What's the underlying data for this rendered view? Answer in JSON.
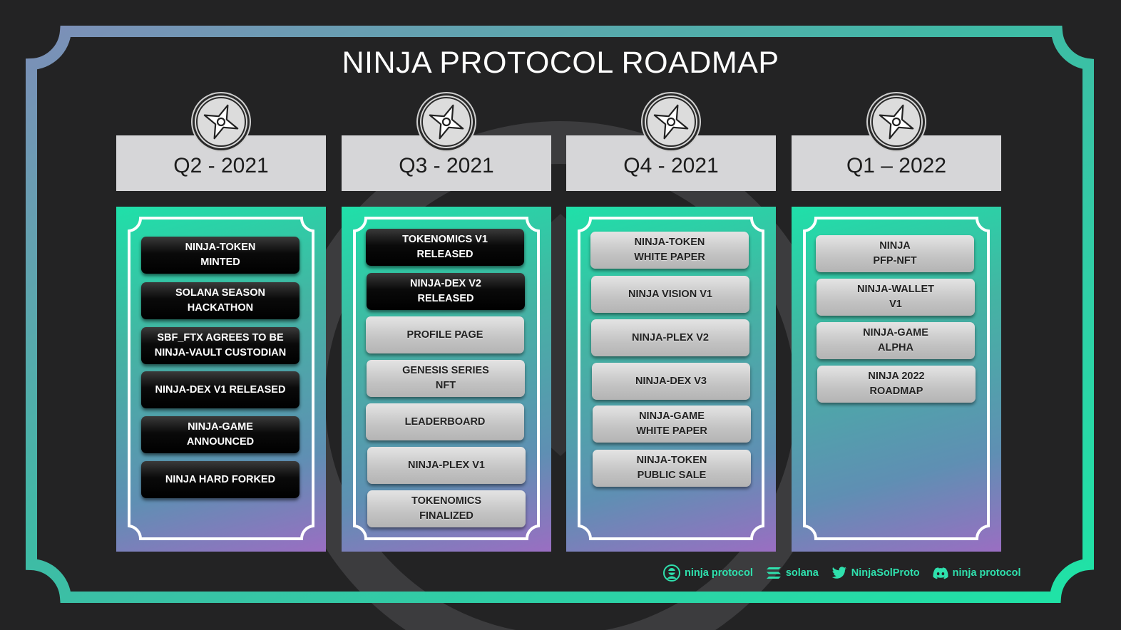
{
  "title": "NINJA PROTOCOL ROADMAP",
  "colors": {
    "background": "#232324",
    "accent_teal": "#1fe0a9",
    "accent_purple": "#9a6ec2",
    "header_gray": "#d6d6d8",
    "footer_text": "#2fe0ad"
  },
  "columns": [
    {
      "quarter": "Q2 - 2021",
      "icon": "shuriken-icon",
      "items": [
        {
          "label": "NINJA-TOKEN\nMINTED",
          "style": "dark"
        },
        {
          "label": "SOLANA SEASON\nHACKATHON",
          "style": "dark"
        },
        {
          "label": "SBF_FTX AGREES TO BE\nNINJA-VAULT CUSTODIAN",
          "style": "dark"
        },
        {
          "label": "NINJA-DEX V1 RELEASED",
          "style": "dark"
        },
        {
          "label": "NINJA-GAME\nANNOUNCED",
          "style": "dark"
        },
        {
          "label": "NINJA HARD FORKED",
          "style": "dark"
        }
      ]
    },
    {
      "quarter": "Q3 - 2021",
      "icon": "shuriken-icon",
      "items": [
        {
          "label": "TOKENOMICS V1\nRELEASED",
          "style": "dark"
        },
        {
          "label": "NINJA-DEX V2\nRELEASED",
          "style": "dark"
        },
        {
          "label": "PROFILE PAGE",
          "style": "light"
        },
        {
          "label": "GENESIS SERIES\nNFT",
          "style": "light"
        },
        {
          "label": "LEADERBOARD",
          "style": "light"
        },
        {
          "label": "NINJA-PLEX V1",
          "style": "light"
        },
        {
          "label": "TOKENOMICS\nFINALIZED",
          "style": "light"
        }
      ]
    },
    {
      "quarter": "Q4 - 2021",
      "icon": "shuriken-icon",
      "items": [
        {
          "label": "NINJA-TOKEN\nWHITE PAPER",
          "style": "light"
        },
        {
          "label": "NINJA VISION V1",
          "style": "light"
        },
        {
          "label": "NINJA-PLEX V2",
          "style": "light"
        },
        {
          "label": "NINJA-DEX V3",
          "style": "light"
        },
        {
          "label": "NINJA-GAME\nWHITE PAPER",
          "style": "light"
        },
        {
          "label": "NINJA-TOKEN\nPUBLIC SALE",
          "style": "light"
        }
      ]
    },
    {
      "quarter": "Q1 – 2022",
      "icon": "shuriken-icon",
      "items": [
        {
          "label": "NINJA\nPFP-NFT",
          "style": "light"
        },
        {
          "label": "NINJA-WALLET\nV1",
          "style": "light"
        },
        {
          "label": "NINJA-GAME\nALPHA",
          "style": "light"
        },
        {
          "label": "NINJA 2022\nROADMAP",
          "style": "light"
        }
      ]
    }
  ],
  "footer": [
    {
      "icon": "ninja-logo-icon",
      "label": "ninja protocol"
    },
    {
      "icon": "solana-icon",
      "label": "solana"
    },
    {
      "icon": "twitter-icon",
      "label": "NinjaSolProto"
    },
    {
      "icon": "discord-icon",
      "label": "ninja protocol"
    }
  ]
}
